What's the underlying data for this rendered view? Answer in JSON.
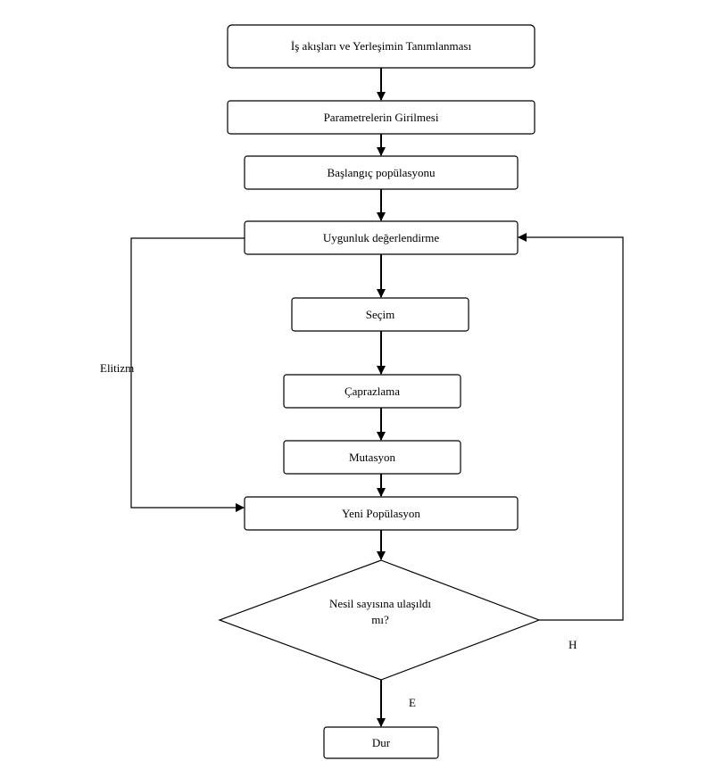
{
  "nodes": {
    "n1": "İş akışları ve Yerleşimin Tanımlanması",
    "n2": "Parametrelerin Girilmesi",
    "n3": "Başlangıç popülasyonu",
    "n4": "Uygunluk değerlendirme",
    "n5": "Seçim",
    "n6": "Çaprazlama",
    "n7": "Mutasyon",
    "n8": "Yeni Popülasyon",
    "decision_line1": "Nesil sayısına ulaşıldı",
    "decision_line2": "mı?",
    "n10": "Dur"
  },
  "edge_labels": {
    "elitism": "Elitizm",
    "no": "H",
    "yes": "E"
  }
}
